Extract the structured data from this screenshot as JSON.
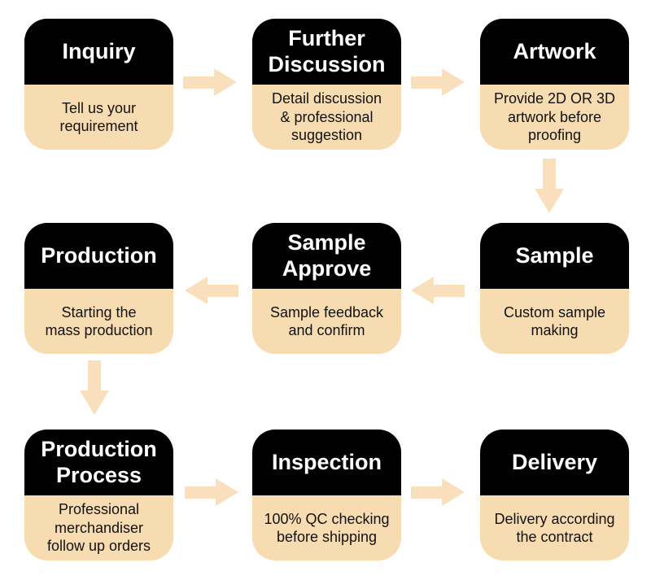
{
  "palette": {
    "header_bg": "#000000",
    "body_bg": "#f8dcb1",
    "arrow": "#fadfbc",
    "title_color": "#ffffff",
    "desc_color": "#111111",
    "page_bg": "#ffffff"
  },
  "steps": [
    {
      "title": "Inquiry",
      "desc": "Tell us your\nrequirement"
    },
    {
      "title": "Further\nDiscussion",
      "desc": "Detail discussion\n& professional\nsuggestion"
    },
    {
      "title": "Artwork",
      "desc": "Provide 2D OR 3D\nartwork before\nproofing"
    },
    {
      "title": "Sample",
      "desc": "Custom sample\nmaking"
    },
    {
      "title": "Sample\nApprove",
      "desc": "Sample feedback\nand confirm"
    },
    {
      "title": "Production",
      "desc": "Starting the\nmass production"
    },
    {
      "title": "Production\nProcess",
      "desc": "Professional\nmerchandiser\nfollow up orders"
    },
    {
      "title": "Inspection",
      "desc": "100% QC checking\nbefore shipping"
    },
    {
      "title": "Delivery",
      "desc": "Delivery according\nthe contract"
    }
  ]
}
